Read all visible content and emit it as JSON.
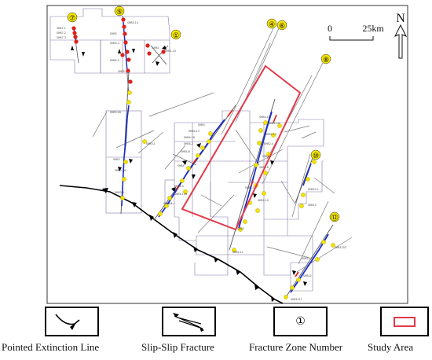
{
  "north_label": "N",
  "scale": {
    "zero": "0",
    "distance": "25km"
  },
  "zone_labels": [
    "⑦",
    "⑤",
    "①",
    "④",
    "⑥",
    "⑧",
    "⑩",
    "⑫"
  ],
  "legend": [
    {
      "label": "Pointed Extinction Line"
    },
    {
      "label": "Slip-Slip Fracture"
    },
    {
      "label": "Fracture Zone Number",
      "symbol": "①"
    },
    {
      "label": "Study Area"
    }
  ],
  "colors": {
    "study_area": "#e23a4a",
    "fault_line": "#777777",
    "well_yellow": "#f2e300",
    "well_red": "#e0201a",
    "fracture_blue": "#1a2ccf",
    "block_border": "#8878a8"
  }
}
